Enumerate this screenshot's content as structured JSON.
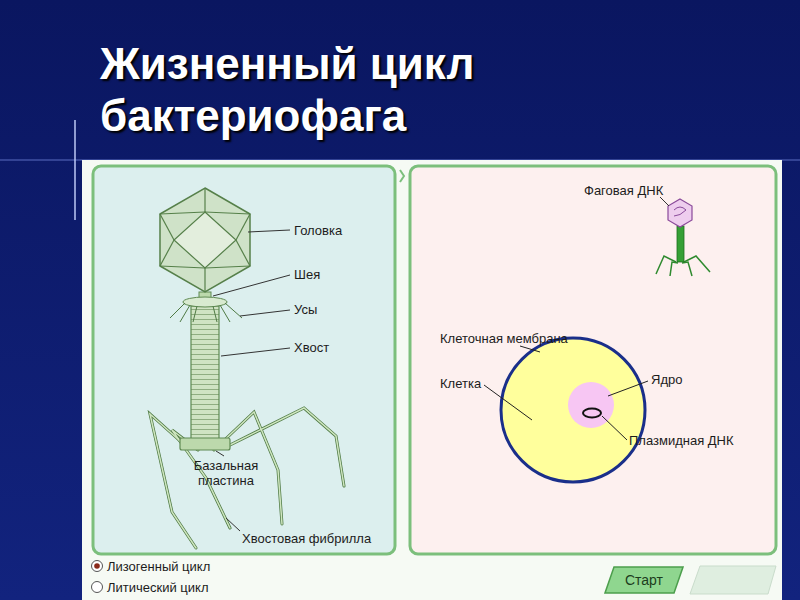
{
  "diagram": {
    "title": "Жизненный цикл бактериофага",
    "nodes": [
      {
        "text": [
          "Старт"
        ]
      }
    ],
    "labels": [
      "Головка",
      "Шея",
      "Усы",
      "Хвост",
      "Базальная пластина",
      "Хвостовая фибрилла",
      "Фаговая ДНК",
      "Клеточная мембрана",
      "Клетка",
      "Ядро",
      "Плазмидная ДНК",
      "Лизогенный цикл",
      "Литический цикл"
    ]
  }
}
